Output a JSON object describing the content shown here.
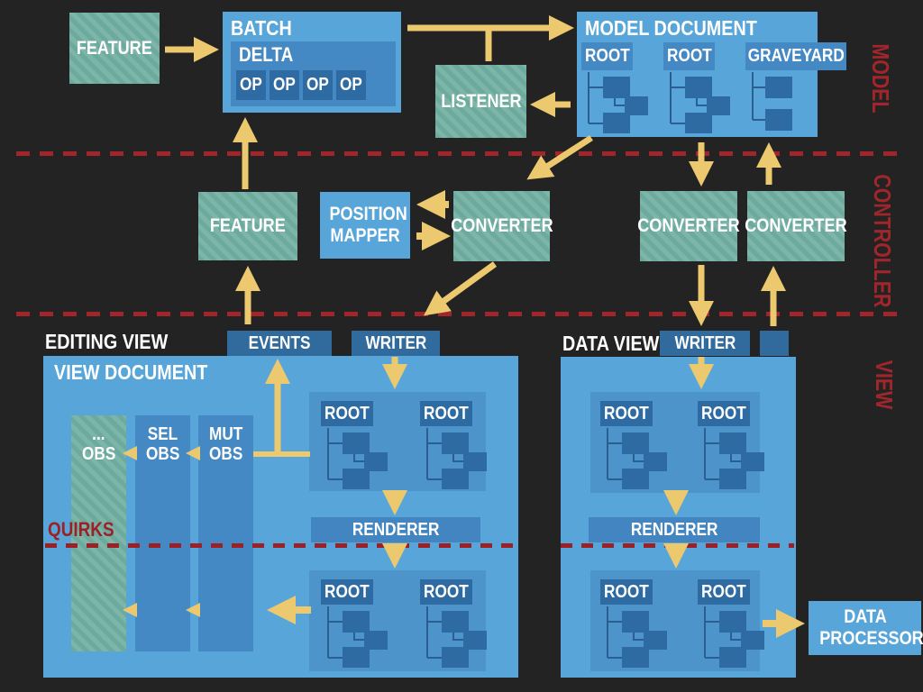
{
  "colors": {
    "background": "#232323",
    "box_light_blue": "#57a5d9",
    "box_medium_blue": "#4489c4",
    "box_dark_blue": "#2e6ba3",
    "header_blue": "#316a9c",
    "panel_blue": "#4d94ca",
    "teal_base": "#6caa9e",
    "teal_stripe": "#7db5a9",
    "arrow_yellow": "#ecc96e",
    "accent_red": "#a0262c",
    "text_white": "#ffffff"
  },
  "layers": {
    "model": "MODEL",
    "controller": "CONTROLLER",
    "view": "VIEW"
  },
  "model": {
    "feature": "FEATURE",
    "batch": {
      "title": "BATCH",
      "delta": "DELTA",
      "ops": [
        "OP",
        "OP",
        "OP",
        "OP"
      ]
    },
    "listener": "LISTENER",
    "document": {
      "title": "MODEL DOCUMENT",
      "roots": [
        "ROOT",
        "ROOT",
        "GRAVEYARD"
      ]
    }
  },
  "controller": {
    "feature": "FEATURE",
    "position_mapper": "POSITION MAPPER",
    "converters": [
      "CONVERTER",
      "CONVERTER",
      "CONVERTER"
    ]
  },
  "view": {
    "editing": {
      "label": "EDITING VIEW",
      "events": "EVENTS",
      "writer": "WRITER",
      "document_title": "VIEW DOCUMENT",
      "observers": [
        {
          "line1": "...",
          "line2": "OBS"
        },
        {
          "line1": "SEL",
          "line2": "OBS"
        },
        {
          "line1": "MUT",
          "line2": "OBS"
        }
      ],
      "quirks": "QUIRKS",
      "renderer": "RENDERER",
      "roots_top": [
        "ROOT",
        "ROOT"
      ],
      "roots_bottom": [
        "ROOT",
        "ROOT"
      ]
    },
    "data": {
      "label": "DATA VIEW",
      "writer": "WRITER",
      "renderer": "RENDERER",
      "roots_top": [
        "ROOT",
        "ROOT"
      ],
      "roots_bottom": [
        "ROOT",
        "ROOT"
      ],
      "processor": "DATA PROCESSOR"
    }
  }
}
